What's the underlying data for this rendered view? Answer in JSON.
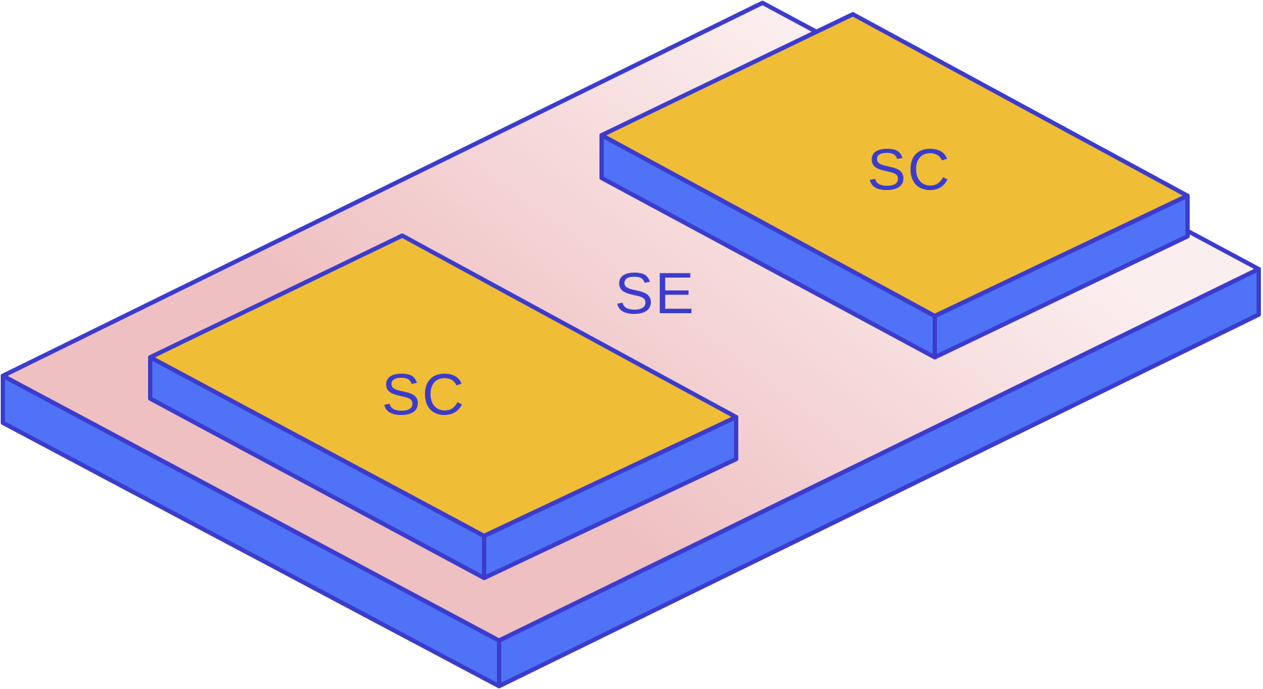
{
  "colors": {
    "outline": "#3b3bcc",
    "side_fill": "#4f72f7",
    "top_fill_chip": "#f0bd36",
    "substrate_gradient_start": "#efc0c2",
    "substrate_gradient_end": "#fbeeee",
    "label_text": "#3b3bcc"
  },
  "labels": {
    "substrate": "SE",
    "chip_left": "SC",
    "chip_right": "SC"
  }
}
